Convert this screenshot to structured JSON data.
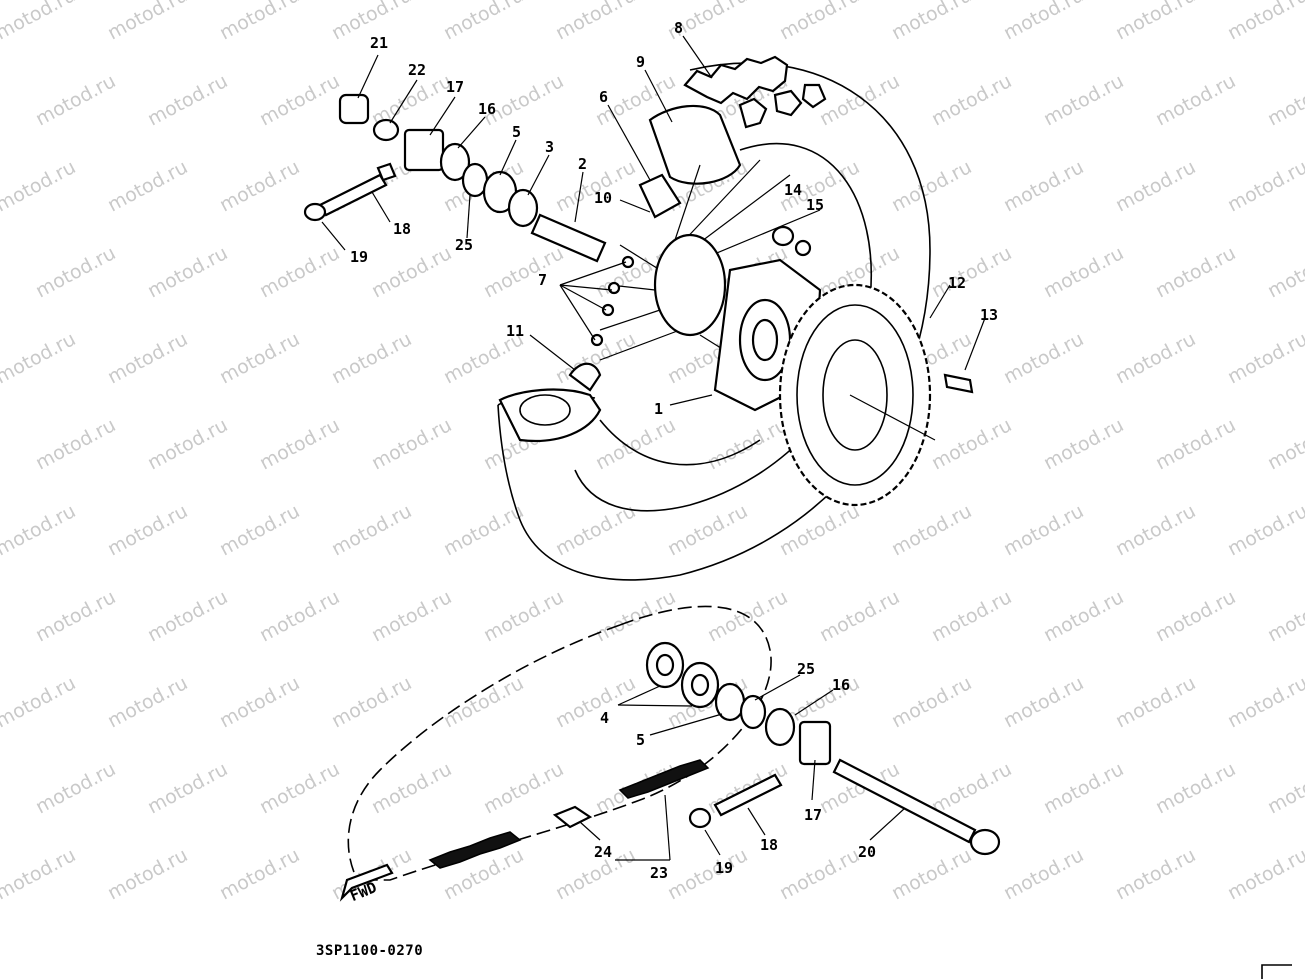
{
  "watermark": "motod.ru",
  "drawing_code": "3SP1100-0270",
  "fwd_label": "FWD",
  "callouts": [
    {
      "id": "c21",
      "text": "21"
    },
    {
      "id": "c22",
      "text": "22"
    },
    {
      "id": "c17a",
      "text": "17"
    },
    {
      "id": "c16a",
      "text": "16"
    },
    {
      "id": "c5a",
      "text": "5"
    },
    {
      "id": "c3",
      "text": "3"
    },
    {
      "id": "c2",
      "text": "2"
    },
    {
      "id": "c6",
      "text": "6"
    },
    {
      "id": "c9",
      "text": "9"
    },
    {
      "id": "c8",
      "text": "8"
    },
    {
      "id": "c10",
      "text": "10"
    },
    {
      "id": "c14",
      "text": "14"
    },
    {
      "id": "c15",
      "text": "15"
    },
    {
      "id": "c12",
      "text": "12"
    },
    {
      "id": "c13",
      "text": "13"
    },
    {
      "id": "c18a",
      "text": "18"
    },
    {
      "id": "c19a",
      "text": "19"
    },
    {
      "id": "c25a",
      "text": "25"
    },
    {
      "id": "c7",
      "text": "7"
    },
    {
      "id": "c11",
      "text": "11"
    },
    {
      "id": "c1",
      "text": "1"
    },
    {
      "id": "c25b",
      "text": "25"
    },
    {
      "id": "c16b",
      "text": "16"
    },
    {
      "id": "c4",
      "text": "4"
    },
    {
      "id": "c5b",
      "text": "5"
    },
    {
      "id": "c17b",
      "text": "17"
    },
    {
      "id": "c18b",
      "text": "18"
    },
    {
      "id": "c19b",
      "text": "19"
    },
    {
      "id": "c20",
      "text": "20"
    },
    {
      "id": "c24",
      "text": "24"
    },
    {
      "id": "c23",
      "text": "23"
    }
  ]
}
